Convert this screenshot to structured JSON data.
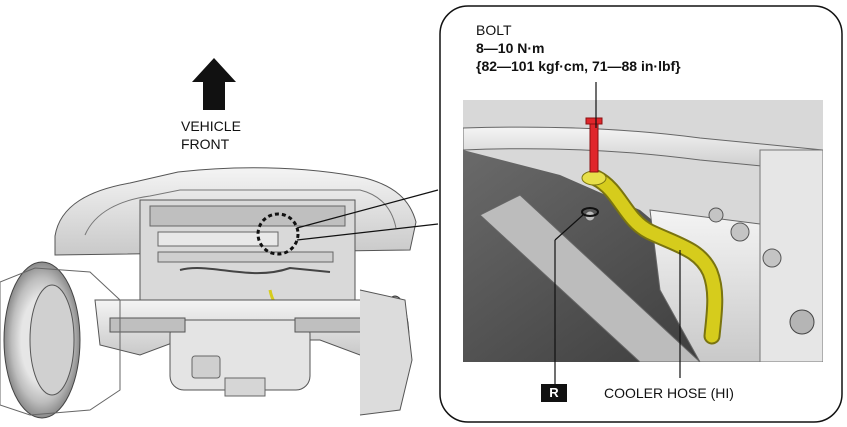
{
  "direction": {
    "line1": "VEHICLE",
    "line2": "FRONT",
    "icon": "arrow-up-icon"
  },
  "callout": {
    "part": "BOLT",
    "torque_nm": "8—10 N·m",
    "torque_alt": "{82—101 kgf·cm, 71—88 in·lbf}",
    "replace_badge": "R",
    "hose_label": "COOLER HOSE (HI)"
  },
  "colors": {
    "hose": "#d6cc1c",
    "bolt": "#e0262b",
    "badge": "#111111"
  }
}
